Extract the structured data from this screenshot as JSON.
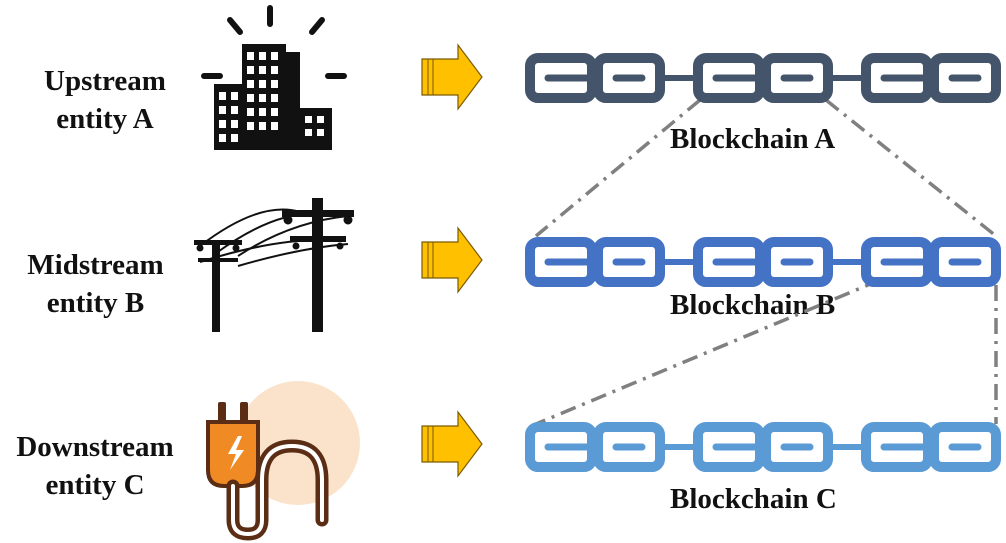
{
  "entities": [
    {
      "line1": "Upstream",
      "line2": "entity A",
      "icon": "office-building-icon"
    },
    {
      "line1": "Midstream",
      "line2": "entity B",
      "icon": "power-line-pole-icon"
    },
    {
      "line1": "Downstream",
      "line2": "entity C",
      "icon": "electric-plug-icon"
    }
  ],
  "chains": [
    {
      "title": "Blockchain A",
      "color": "#44546A"
    },
    {
      "title": "Blockchain B",
      "color": "#4472C4"
    },
    {
      "title": "Blockchain C",
      "color": "#5B9BD5"
    }
  ],
  "arrow_color": "#FFC000",
  "connector_color": "#808080"
}
